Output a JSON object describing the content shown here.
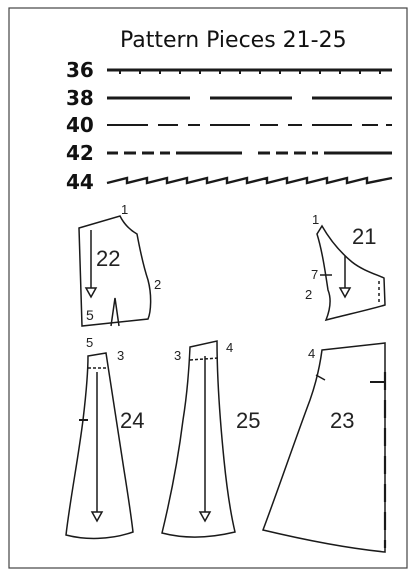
{
  "title": "Pattern Pieces 21-25",
  "sizes": [
    {
      "label": "36",
      "line_style": "dotted-solid"
    },
    {
      "label": "38",
      "line_style": "long-dash"
    },
    {
      "label": "40",
      "line_style": "medium-dash"
    },
    {
      "label": "42",
      "line_style": "dash-dot-mixed"
    },
    {
      "label": "44",
      "line_style": "zigzag"
    }
  ],
  "pieces": {
    "p22": {
      "label": "22",
      "marks": [
        "1",
        "2",
        "5"
      ]
    },
    "p21": {
      "label": "21",
      "marks": [
        "1",
        "7",
        "2"
      ]
    },
    "p24": {
      "label": "24",
      "marks": [
        "5",
        "3"
      ]
    },
    "p25": {
      "label": "25",
      "marks": [
        "3",
        "4"
      ]
    },
    "p23": {
      "label": "23",
      "marks": [
        "4"
      ]
    }
  },
  "colors": {
    "line": "#1a1a1a",
    "frame": "#444444"
  }
}
